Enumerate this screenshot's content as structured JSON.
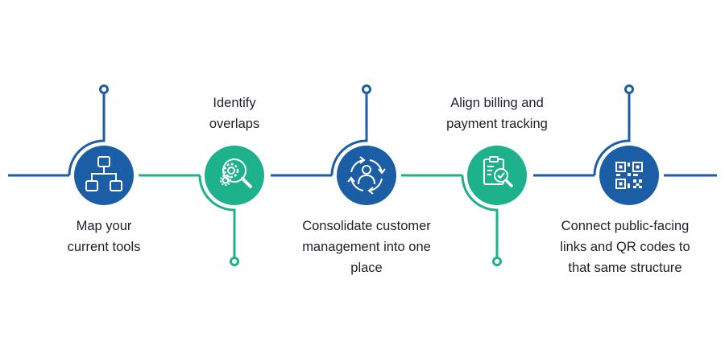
{
  "colors": {
    "blue": "#1B5EA6",
    "green": "#1DB28C",
    "text": "#1f1f2b",
    "background": "#ffffff"
  },
  "steps": [
    {
      "label": "Map your\ncurrent tools",
      "icon": "flowchart-icon",
      "color": "blue",
      "label_position": "below"
    },
    {
      "label": "Identify\noverlaps",
      "icon": "gear-magnifier-icon",
      "color": "green",
      "label_position": "above"
    },
    {
      "label": "Consolidate customer\nmanagement into one\nplace",
      "icon": "user-cycle-icon",
      "color": "blue",
      "label_position": "below"
    },
    {
      "label": "Align billing and\npayment tracking",
      "icon": "clipboard-magnifier-icon",
      "color": "green",
      "label_position": "above"
    },
    {
      "label": "Connect public-facing\nlinks and QR codes to\nthat same structure",
      "icon": "qr-code-icon",
      "color": "blue",
      "label_position": "below"
    }
  ]
}
